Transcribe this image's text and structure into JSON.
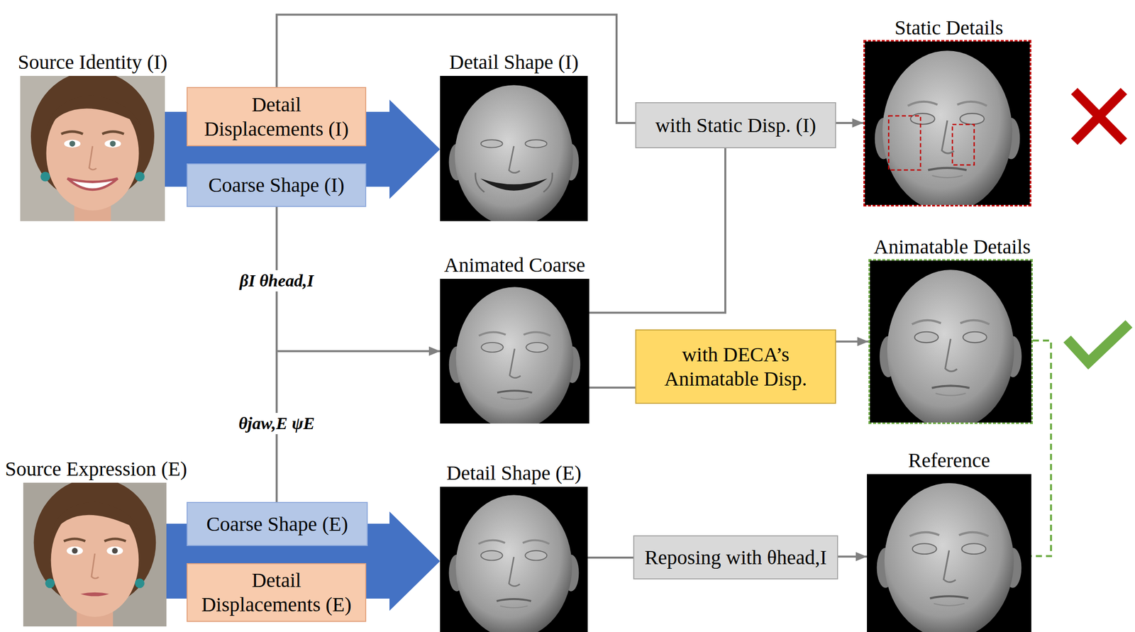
{
  "diagram": {
    "nodes": [
      {
        "text": [
          "Source Identity (I)"
        ]
      },
      {
        "text": [
          "Detail Displacements (I)"
        ]
      },
      {
        "text": [
          "Coarse Shape (I)"
        ]
      },
      {
        "text": [
          "Detail Shape (I)"
        ]
      },
      {
        "text": [
          "with Static Disp. (I)"
        ]
      },
      {
        "text": [
          "Static Details"
        ]
      },
      {
        "text": [
          "Animated Coarse"
        ]
      },
      {
        "text": [
          "with DECA’s Animatable Disp."
        ]
      },
      {
        "text": [
          "Animatable Details"
        ]
      },
      {
        "text": [
          "Source Expression (E)"
        ]
      },
      {
        "text": [
          "Coarse Shape (E)"
        ]
      },
      {
        "text": [
          "Detail Displacements (E)"
        ]
      },
      {
        "text": [
          "Detail Shape (E)"
        ]
      },
      {
        "text": [
          "Reposing with θhead,I"
        ]
      },
      {
        "text": [
          "Reference"
        ]
      }
    ],
    "edges": [
      {
        "from": 0,
        "to": 3,
        "arrow": "to"
      },
      {
        "from": 9,
        "to": 12,
        "arrow": "to"
      },
      {
        "from": 1,
        "to": 4,
        "arrow": "none"
      },
      {
        "from": 2,
        "to": 6,
        "arrow": "to"
      },
      {
        "from": 10,
        "to": 6,
        "arrow": "to"
      },
      {
        "from": 6,
        "to": 4,
        "arrow": "none"
      },
      {
        "from": 6,
        "to": 7,
        "arrow": "none"
      },
      {
        "from": 4,
        "to": 5,
        "arrow": "to"
      },
      {
        "from": 7,
        "to": 8,
        "arrow": "to"
      },
      {
        "from": 12,
        "to": 13,
        "arrow": "none"
      },
      {
        "from": 13,
        "to": 14,
        "arrow": "to"
      },
      {
        "from": 8,
        "to": 14,
        "arrow": "none"
      }
    ],
    "labels": [
      "βI θhead,I",
      "θjaw,E ψE"
    ]
  }
}
